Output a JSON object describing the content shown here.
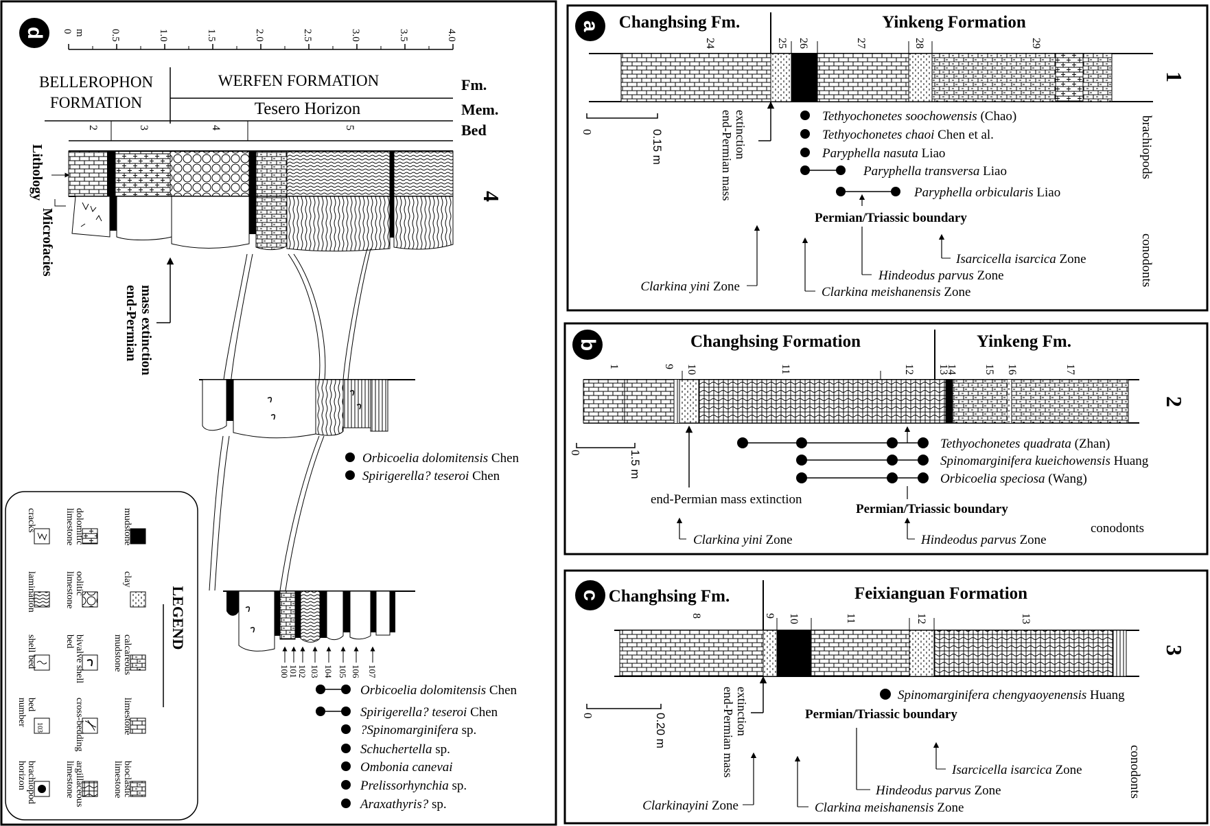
{
  "panel_a": {
    "badge": "a",
    "row_number": "1",
    "fm_left": "Changhsing Fm.",
    "fm_right": "Yinkeng Formation",
    "beds": [
      "24",
      "25",
      "26",
      "27",
      "28",
      "29"
    ],
    "scale_zero": "0",
    "scale_value": "0.15 m",
    "extinction_label": "end-Permian mass extinction",
    "side_label_top": "brachiopods",
    "side_label_bottom": "conodonts",
    "taxa": [
      {
        "name": "Tethyochonetes soochowensis",
        "author": "(Chao)"
      },
      {
        "name": "Tethyochonetes chaoi",
        "author": "Chen et al."
      },
      {
        "name": "Paryphella nasuta",
        "author": "Liao"
      },
      {
        "name": "Paryphella transversa",
        "author": "Liao"
      },
      {
        "name": "Paryphella orbicularis",
        "author": "Liao"
      }
    ],
    "boundary": "Permian/Triassic boundary",
    "zones": [
      {
        "name": "Isarcicella isarcica",
        "suffix": "Zone"
      },
      {
        "name": "Hindeodus parvus",
        "suffix": "Zone"
      },
      {
        "name": "Clarkina meishanensis",
        "suffix": "Zone"
      },
      {
        "name": "Clarkina yini",
        "suffix": "Zone"
      }
    ]
  },
  "panel_b": {
    "badge": "b",
    "row_number": "2",
    "fm_left": "Changhsing Formation",
    "fm_right": "Yinkeng Fm.",
    "beds": [
      "1",
      "9",
      "10",
      "11",
      "12",
      "13",
      "14",
      "15",
      "16",
      "17"
    ],
    "scale_zero": "0",
    "scale_value": "1.5 m",
    "extinction_label": "end-Permian mass extinction",
    "side_label": "conodonts",
    "taxa": [
      {
        "name": "Tethyochonetes quadrata",
        "author": "(Zhan)"
      },
      {
        "name": "Spinomarginifera kueichowensis",
        "author": "Huang"
      },
      {
        "name": "Orbicoelia speciosa",
        "author": "(Wang)"
      }
    ],
    "boundary": "Permian/Triassic boundary",
    "zones": [
      {
        "name": "Clarkina yini",
        "suffix": "Zone"
      },
      {
        "name": "Hindeodus parvus",
        "suffix": "Zone"
      }
    ]
  },
  "panel_c": {
    "badge": "c",
    "row_number": "3",
    "fm_left": "Changhsing Fm.",
    "fm_right": "Feixianguan Formation",
    "beds": [
      "8",
      "9",
      "10",
      "11",
      "12",
      "13"
    ],
    "scale_zero": "0",
    "scale_value": "0.20 m",
    "extinction_label": "end-Permian mass extinction",
    "side_label": "conodonts",
    "taxa": [
      {
        "name": "Spinomarginifera chengyaoyenensis",
        "author": "Huang"
      }
    ],
    "boundary": "Permian/Triassic boundary",
    "zones": [
      {
        "name": "Isarcicella isarcica",
        "suffix": "Zone"
      },
      {
        "name": "Hindeodus parvus",
        "suffix": "Zone"
      },
      {
        "name": "Clarkina meishanensis",
        "suffix": "Zone"
      },
      {
        "name": "Clarkinayini",
        "suffix": "Zone"
      }
    ]
  },
  "panel_d": {
    "badge": "d",
    "row_number": "4",
    "scale_ticks": [
      "0",
      "0.5",
      "1.0",
      "1.5",
      "2.0",
      "2.5",
      "3.0",
      "3.5",
      "4.0"
    ],
    "scale_unit": "m",
    "fm_left": "BELLEROPHON FORMATION",
    "fm_left_line1": "BELLEROPHON",
    "fm_left_line2": "FORMATION",
    "fm_right": "WERFEN FORMATION",
    "member": "Tesero Horizon",
    "row_labels": [
      "Fm.",
      "Mem.",
      "Bed"
    ],
    "beds": [
      "2",
      "3",
      "4",
      "5"
    ],
    "lithology_label": "Lithology",
    "microfacies_label": "Microfacies",
    "extinction_line1": "end-Permian",
    "extinction_line2": "mass extinction",
    "taxa_mid": [
      {
        "name": "Orbicoelia dolomitensis",
        "author": "Chen"
      },
      {
        "name": "Spirigerella? teseroi",
        "author": "Chen"
      }
    ],
    "bed_numbers": [
      "100",
      "101",
      "102",
      "103",
      "104",
      "105",
      "106",
      "107"
    ],
    "taxa_low": [
      {
        "name": "Orbicoelia dolomitensis",
        "author": "Chen"
      },
      {
        "name": "Spirigerella? teseroi",
        "author": "Chen"
      },
      {
        "name": "?Spinomarginifera",
        "author": "sp."
      },
      {
        "name": "Schuchertella",
        "author": "sp."
      },
      {
        "name": "Ombonia canevai",
        "author": ""
      },
      {
        "name": "Prelissorhynchia",
        "author": "sp."
      },
      {
        "name": "Araxathyris?",
        "author": "sp."
      }
    ]
  },
  "legend": {
    "title": "LEGEND",
    "items": [
      {
        "label": "mudstone",
        "icon": "mudstone-swatch"
      },
      {
        "label": "clay",
        "icon": "clay-swatch"
      },
      {
        "label": "calcareous mudstone",
        "icon": "calcareous-mudstone-swatch"
      },
      {
        "label": "limestone",
        "icon": "limestone-swatch"
      },
      {
        "label": "bioclastic limestone",
        "icon": "bioclastic-limestone-swatch"
      },
      {
        "label": "dolomitic limestone",
        "icon": "dolomitic-limestone-swatch"
      },
      {
        "label": "oolitic limestone",
        "icon": "oolitic-limestone-swatch"
      },
      {
        "label": "bivalve shell bed",
        "icon": "bivalve-shell-bed-icon"
      },
      {
        "label": "cross-bedding",
        "icon": "cross-bedding-icon"
      },
      {
        "label": "argillaceous limestone",
        "icon": "argillaceous-limestone-swatch"
      },
      {
        "label": "cracks",
        "icon": "cracks-icon"
      },
      {
        "label": "lamination",
        "icon": "lamination-icon"
      },
      {
        "label": "shell bed",
        "icon": "shell-bed-icon"
      },
      {
        "label": "bed number",
        "icon": "bed-number-icon",
        "sample": "103"
      },
      {
        "label": "brachiopod horizon",
        "icon": "brachiopod-dot-icon"
      }
    ]
  }
}
